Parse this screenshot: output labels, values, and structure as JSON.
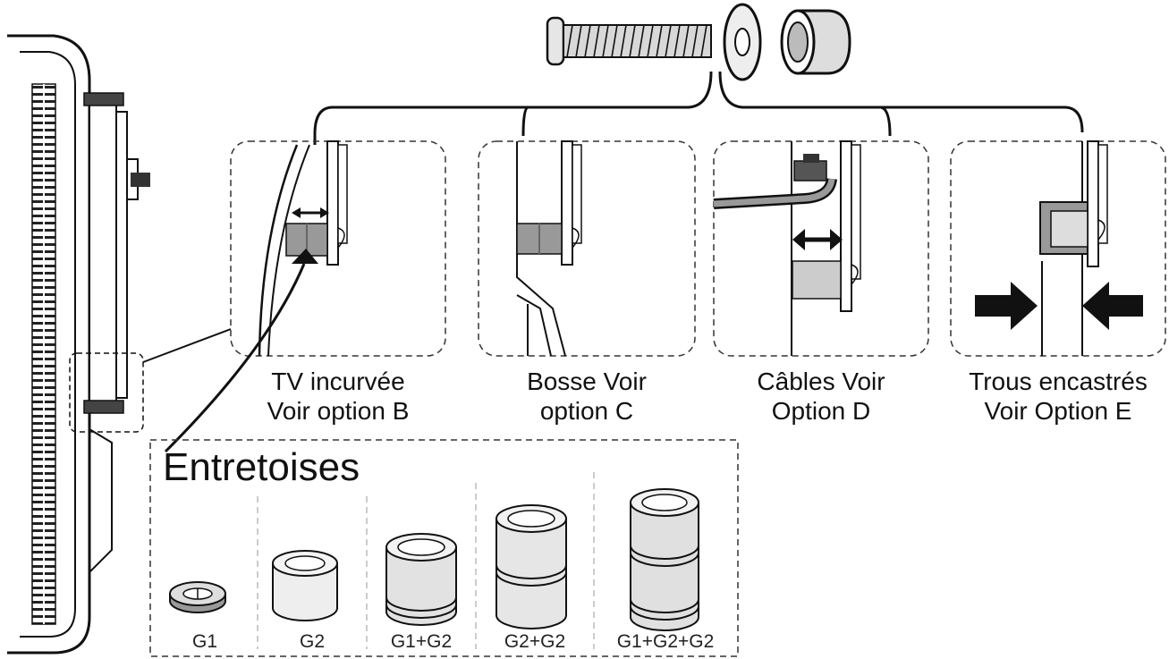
{
  "options": [
    {
      "line1": "TV incurvée",
      "line2": "Voir option B"
    },
    {
      "line1": "Bosse Voir",
      "line2": "option C"
    },
    {
      "line1": "Câbles Voir",
      "line2": "Option D"
    },
    {
      "line1": "Trous encastrés",
      "line2": "Voir Option E"
    }
  ],
  "spacers": {
    "heading": "Entretoises",
    "items": [
      "G1",
      "G2",
      "G1+G2",
      "G2+G2",
      "G1+G2+G2"
    ]
  },
  "icons": {
    "hardware": [
      "screw-icon",
      "washer-icon",
      "spacer-cap-icon"
    ]
  }
}
